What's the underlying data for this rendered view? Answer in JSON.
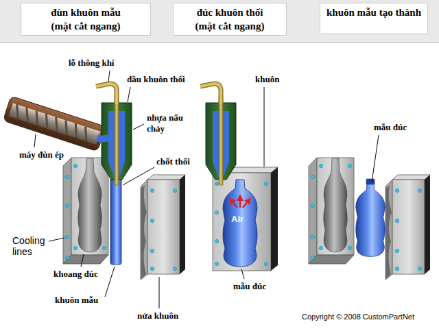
{
  "diagram": {
    "nodes": [
      {
        "text": [
          "đùn khuôn mẫu",
          "(mặt cắt ngang)"
        ]
      },
      {
        "text": [
          "đúc khuôn thổi",
          "(mặt cắt ngang)"
        ]
      },
      {
        "text": [
          "khuôn mẫu tạo thành"
        ]
      }
    ],
    "labels": [
      "lỗ thông khí",
      "đầu khuôn thổi",
      "khuôn",
      "nhựa nấu chảy",
      "mẫu đúc",
      "máy đùn ép",
      "chốt thổi",
      "Cooling lines",
      "Air",
      "khoang đúc",
      "khuôn mẫu",
      "mẫu đúc",
      "nửa khuôn",
      "Copyright © 2008 CustomPartNet"
    ]
  }
}
